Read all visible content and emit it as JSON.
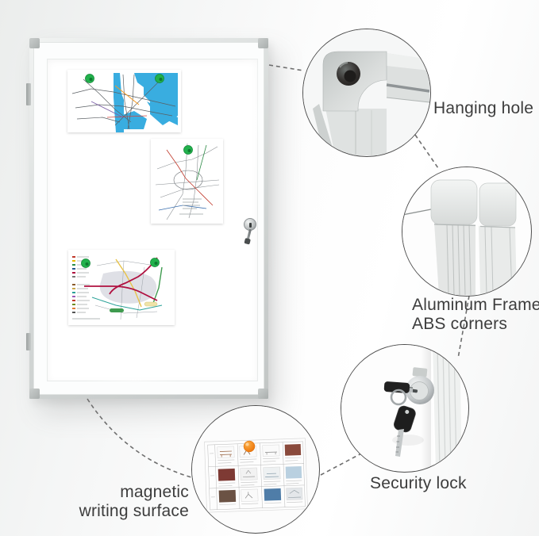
{
  "product": {
    "description_visible_text_only": "",
    "board": {
      "posters_count": 3,
      "magnet_colors": {
        "green": "#22b14c",
        "orange": "#ef7d12"
      },
      "frame_color": "#d6dad9",
      "surface_color": "#ffffff",
      "map_water_blue": "#39ade0"
    }
  },
  "callouts": {
    "hanging_hole": {
      "label": "Hanging hole"
    },
    "aluminum_frame": {
      "lines": [
        "Aluminum Frame",
        "ABS corners"
      ]
    },
    "security_lock": {
      "label": "Security lock"
    },
    "magnetic_surface": {
      "lines": [
        "magnetic",
        "writing surface"
      ]
    }
  },
  "colors": {
    "label_text": "#3d3d3d",
    "connector_gray": "#6e6e6e",
    "background": "#f5f6f6"
  }
}
